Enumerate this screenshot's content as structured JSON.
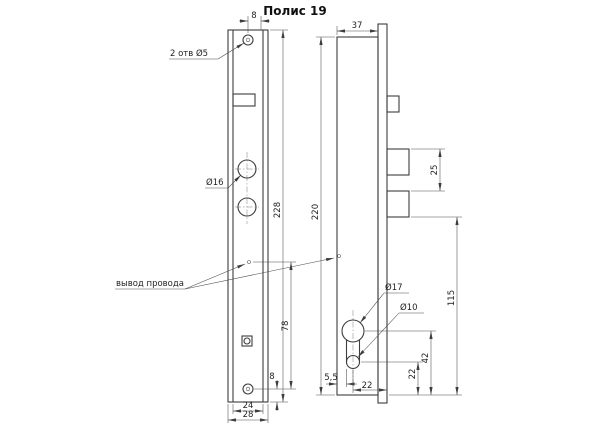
{
  "title": "Полис 19",
  "front_view": {
    "holes_note": "2 отв Ø5",
    "hole_diameter": "Ø16",
    "wire_note": "вывод провода",
    "dim_top_offset": "8",
    "dim_height": "228",
    "dim_lower_span": "78",
    "dim_bottom_offset": "8",
    "dim_width_inner": "24",
    "dim_width_outer": "28"
  },
  "side_view": {
    "dim_depth": "37",
    "dim_height": "220",
    "dim_bolt_spacing": "25",
    "dim_bolt_to_bottom": "115",
    "dim_cylinder_to_bottom": "42",
    "dim_small_circle_to_bottom": "22",
    "dim_edge_offset": "5,5",
    "dim_backset": "22",
    "cylinder_large_diameter": "Ø17",
    "cylinder_small_diameter": "Ø10"
  }
}
